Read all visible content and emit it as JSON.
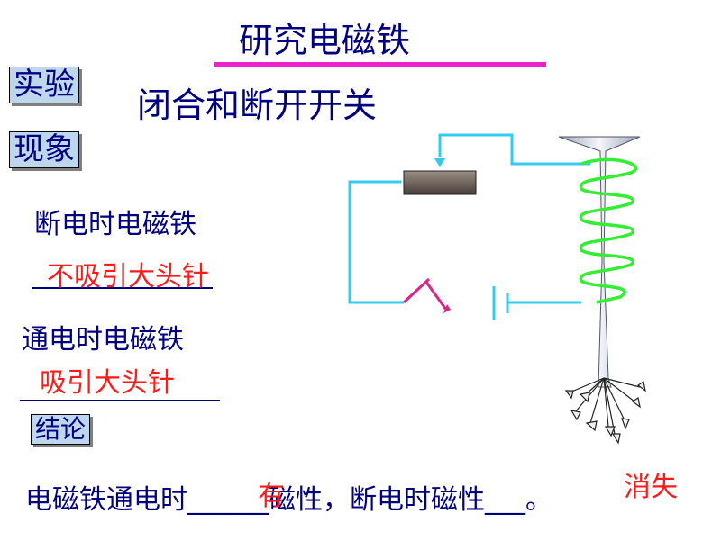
{
  "title": "研究电磁铁",
  "labels": {
    "experiment": "实验",
    "phenomenon": "现象",
    "conclusion": "结论"
  },
  "experiment_action": "闭合和断开开关",
  "phenomena": [
    {
      "prompt": "断电时电磁铁",
      "answer": "不吸引大头针"
    },
    {
      "prompt": "通电时电磁铁",
      "answer": "吸引大头针"
    }
  ],
  "conclusion_sentence": {
    "part1": "电磁铁通电时",
    "blank1": "______",
    "part2": "磁性，断电时磁性",
    "blank2": "___。",
    "answer1": "有",
    "answer2": "消失"
  },
  "colors": {
    "text": "#000080",
    "answer": "#ff1a1a",
    "title_underline": "#ee22cc",
    "label_box": "#bdd7ee",
    "wire": "#33ccee",
    "coil": "#33ee33",
    "switch": "#dd2288"
  }
}
